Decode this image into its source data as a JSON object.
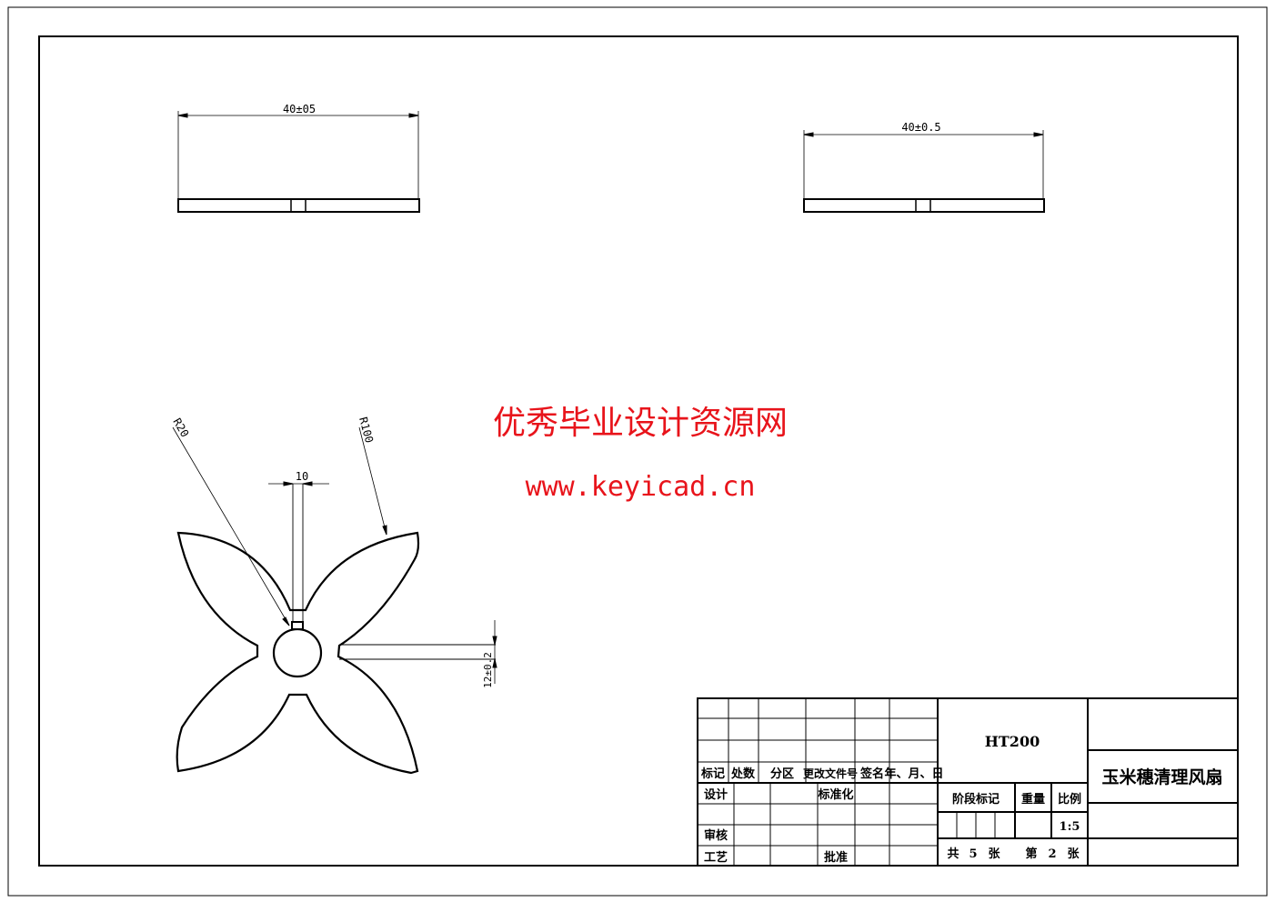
{
  "drawing": {
    "top_view_left": {
      "dimension": "40±05"
    },
    "top_view_right": {
      "dimension": "40±0.5"
    },
    "front_view": {
      "radius_small": "R20",
      "radius_large": "R100",
      "keyway_width": "10",
      "slot_dimension": "12±0.2"
    }
  },
  "watermark": {
    "title": "优秀毕业设计资源网",
    "url": "www.keyicad.cn",
    "color": "#e8141b"
  },
  "title_block": {
    "revision_headers": [
      "标记",
      "处数",
      "分区",
      "更改文件号",
      "签名",
      "年、月、日"
    ],
    "design": "设计",
    "standardization": "标准化",
    "review": "审核",
    "process": "工艺",
    "approve": "批准",
    "material": "HT200",
    "stage_mark": "阶段标记",
    "weight": "重量",
    "scale_label": "比例",
    "scale": "1:5",
    "total_label": "共",
    "total_sheets": "5",
    "sheet_unit": "张",
    "sheet_label": "第",
    "sheet_no": "2",
    "sheet_unit2": "张",
    "part_name": "玉米穗清理风扇"
  }
}
